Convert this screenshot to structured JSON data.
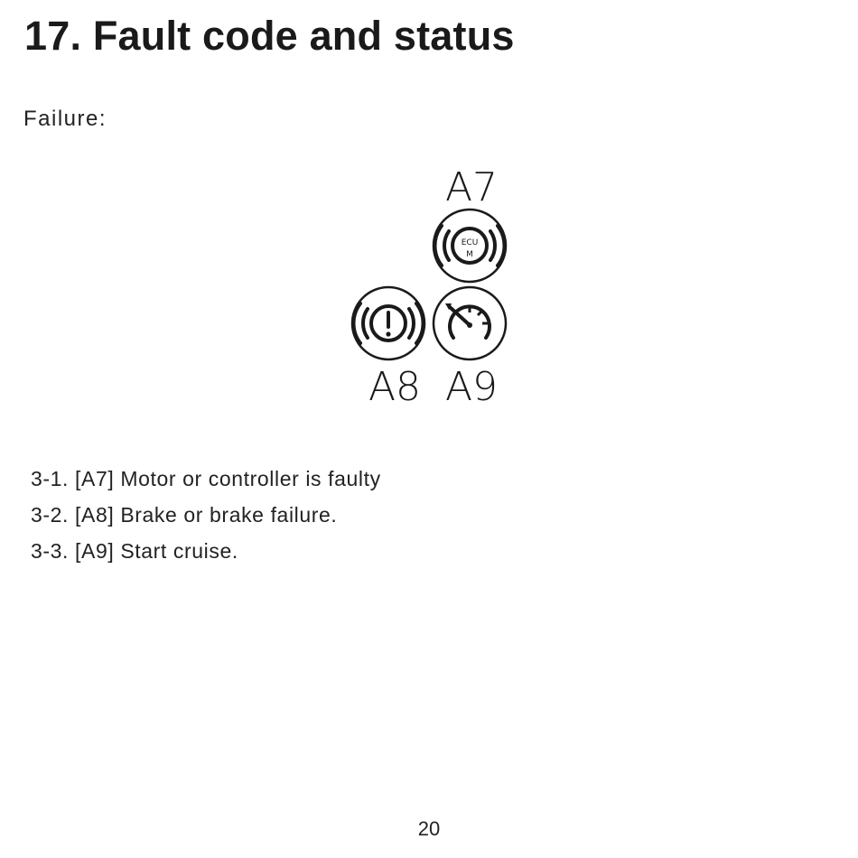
{
  "page": {
    "title": "17. Fault code and status",
    "section_label": "Failure:",
    "page_number": "20"
  },
  "figure": {
    "indicators": [
      {
        "code": "A7",
        "icon": "motor-controller-ecu-icon",
        "icon_text": [
          "ECU",
          "M"
        ]
      },
      {
        "code": "A8",
        "icon": "brake-warning-icon"
      },
      {
        "code": "A9",
        "icon": "cruise-speedometer-icon"
      }
    ]
  },
  "fault_list": [
    "3-1. [A7] Motor or controller is faulty",
    "3-2. [A8] Brake or brake failure.",
    "3-3. [A9] Start cruise."
  ]
}
